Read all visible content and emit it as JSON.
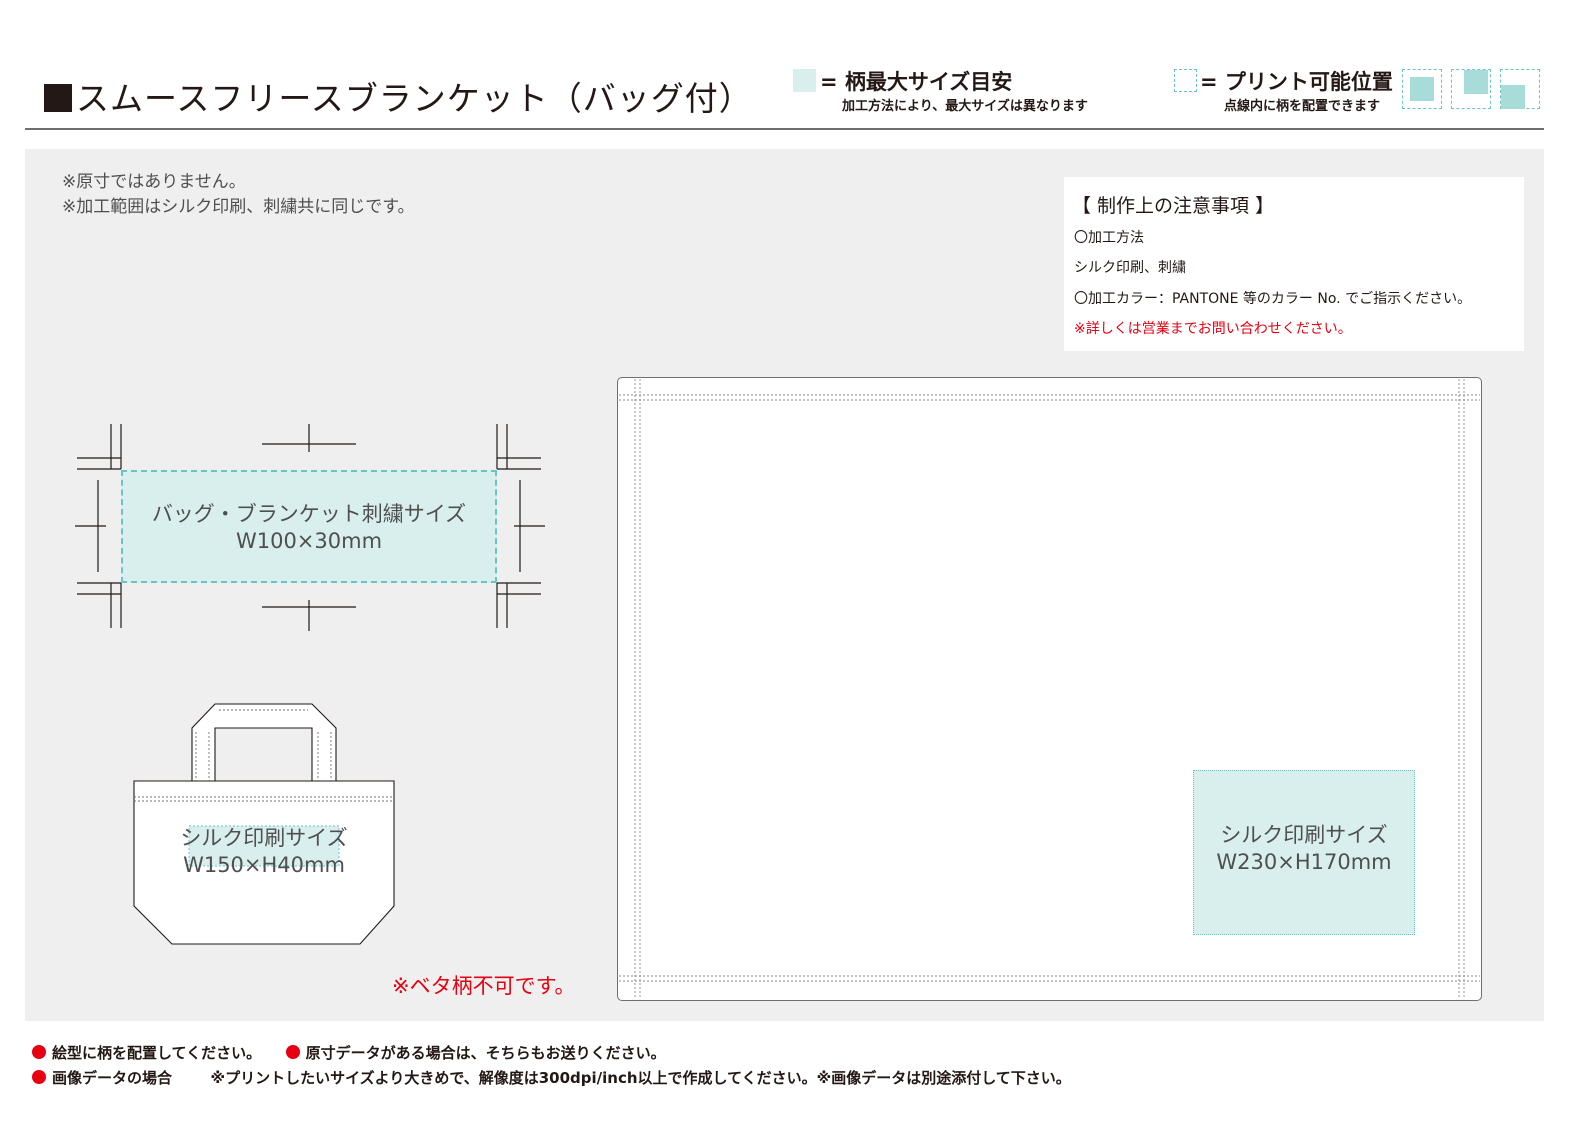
{
  "title": "スムースフリースブランケット（バッグ付）",
  "legend": {
    "max_size_label": "= 柄最大サイズ目安",
    "max_size_note": "加工方法により、最大サイズは異なります",
    "print_pos_label": "= プリント可能位置",
    "print_pos_note": "点線内に柄を配置できます"
  },
  "notes": {
    "line1": "※原寸ではありません。",
    "line2": "※加工範囲はシルク印刷、刺繍共に同じです。"
  },
  "caution": {
    "heading": "【 制作上の注意事項 】",
    "method_label": "〇加工方法",
    "method_value": "シルク印刷、刺繍",
    "color_line": "〇加工カラー：PANTONE 等のカラー No. でご指示ください。",
    "contact_line": "※詳しくは営業までお問い合わせください。"
  },
  "embroidery": {
    "name": "バッグ・ブランケット刺繍サイズ",
    "size": "W100×30mm"
  },
  "bag_print": {
    "name": "シルク印刷サイズ",
    "size": "W150×H40mm"
  },
  "blanket_print": {
    "name": "シルク印刷サイズ",
    "size": "W230×H170mm"
  },
  "no_solid": "※ベタ柄不可です。",
  "footer": {
    "item1": "絵型に柄を配置してください。",
    "item2": "原寸データがある場合は、そちらもお送りください。",
    "item3_label": "画像データの場合",
    "item3_text": "※プリントしたいサイズより大きめで、解像度は300dpi/inch以上で作成してください。※画像データは別途添付して下さい。"
  },
  "colors": {
    "accent_fill": "#d9efee",
    "accent_line": "#6cc3c4",
    "red": "#e60012",
    "panel": "#eeefee"
  }
}
